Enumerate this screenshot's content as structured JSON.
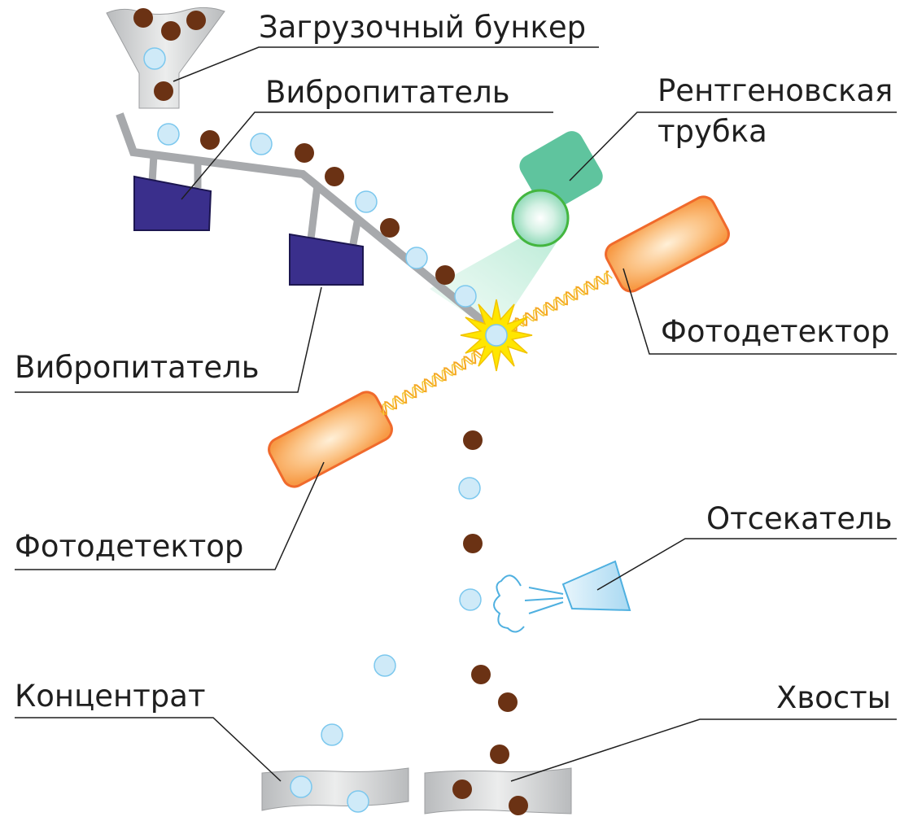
{
  "labels": {
    "hopper": "Загрузочный бункер",
    "feeder_upper": "Вибропитатель",
    "feeder_lower": "Вибропитатель",
    "xray_tube_line1": "Рентгеновская",
    "xray_tube_line2": "трубка",
    "photodetector_right": "Фотодетектор",
    "photodetector_left": "Фотодетектор",
    "ejector": "Отсекатель",
    "concentrate": "Концентрат",
    "tailings": "Хвосты"
  },
  "colors": {
    "ore_particle": "#6b3214",
    "mineral_particle": "#cfeaf8",
    "mineral_stroke": "#7cc8ee",
    "feeder_body": "#3a2f8c",
    "chute": "#a7a9ac",
    "xray_tube": "#5fc49e",
    "detector": "#f7a04a",
    "detector_stroke": "#f06a2c",
    "flash": "#ffe600",
    "ejector": "#4fb0e0",
    "leader_line": "#1f1f1f"
  }
}
